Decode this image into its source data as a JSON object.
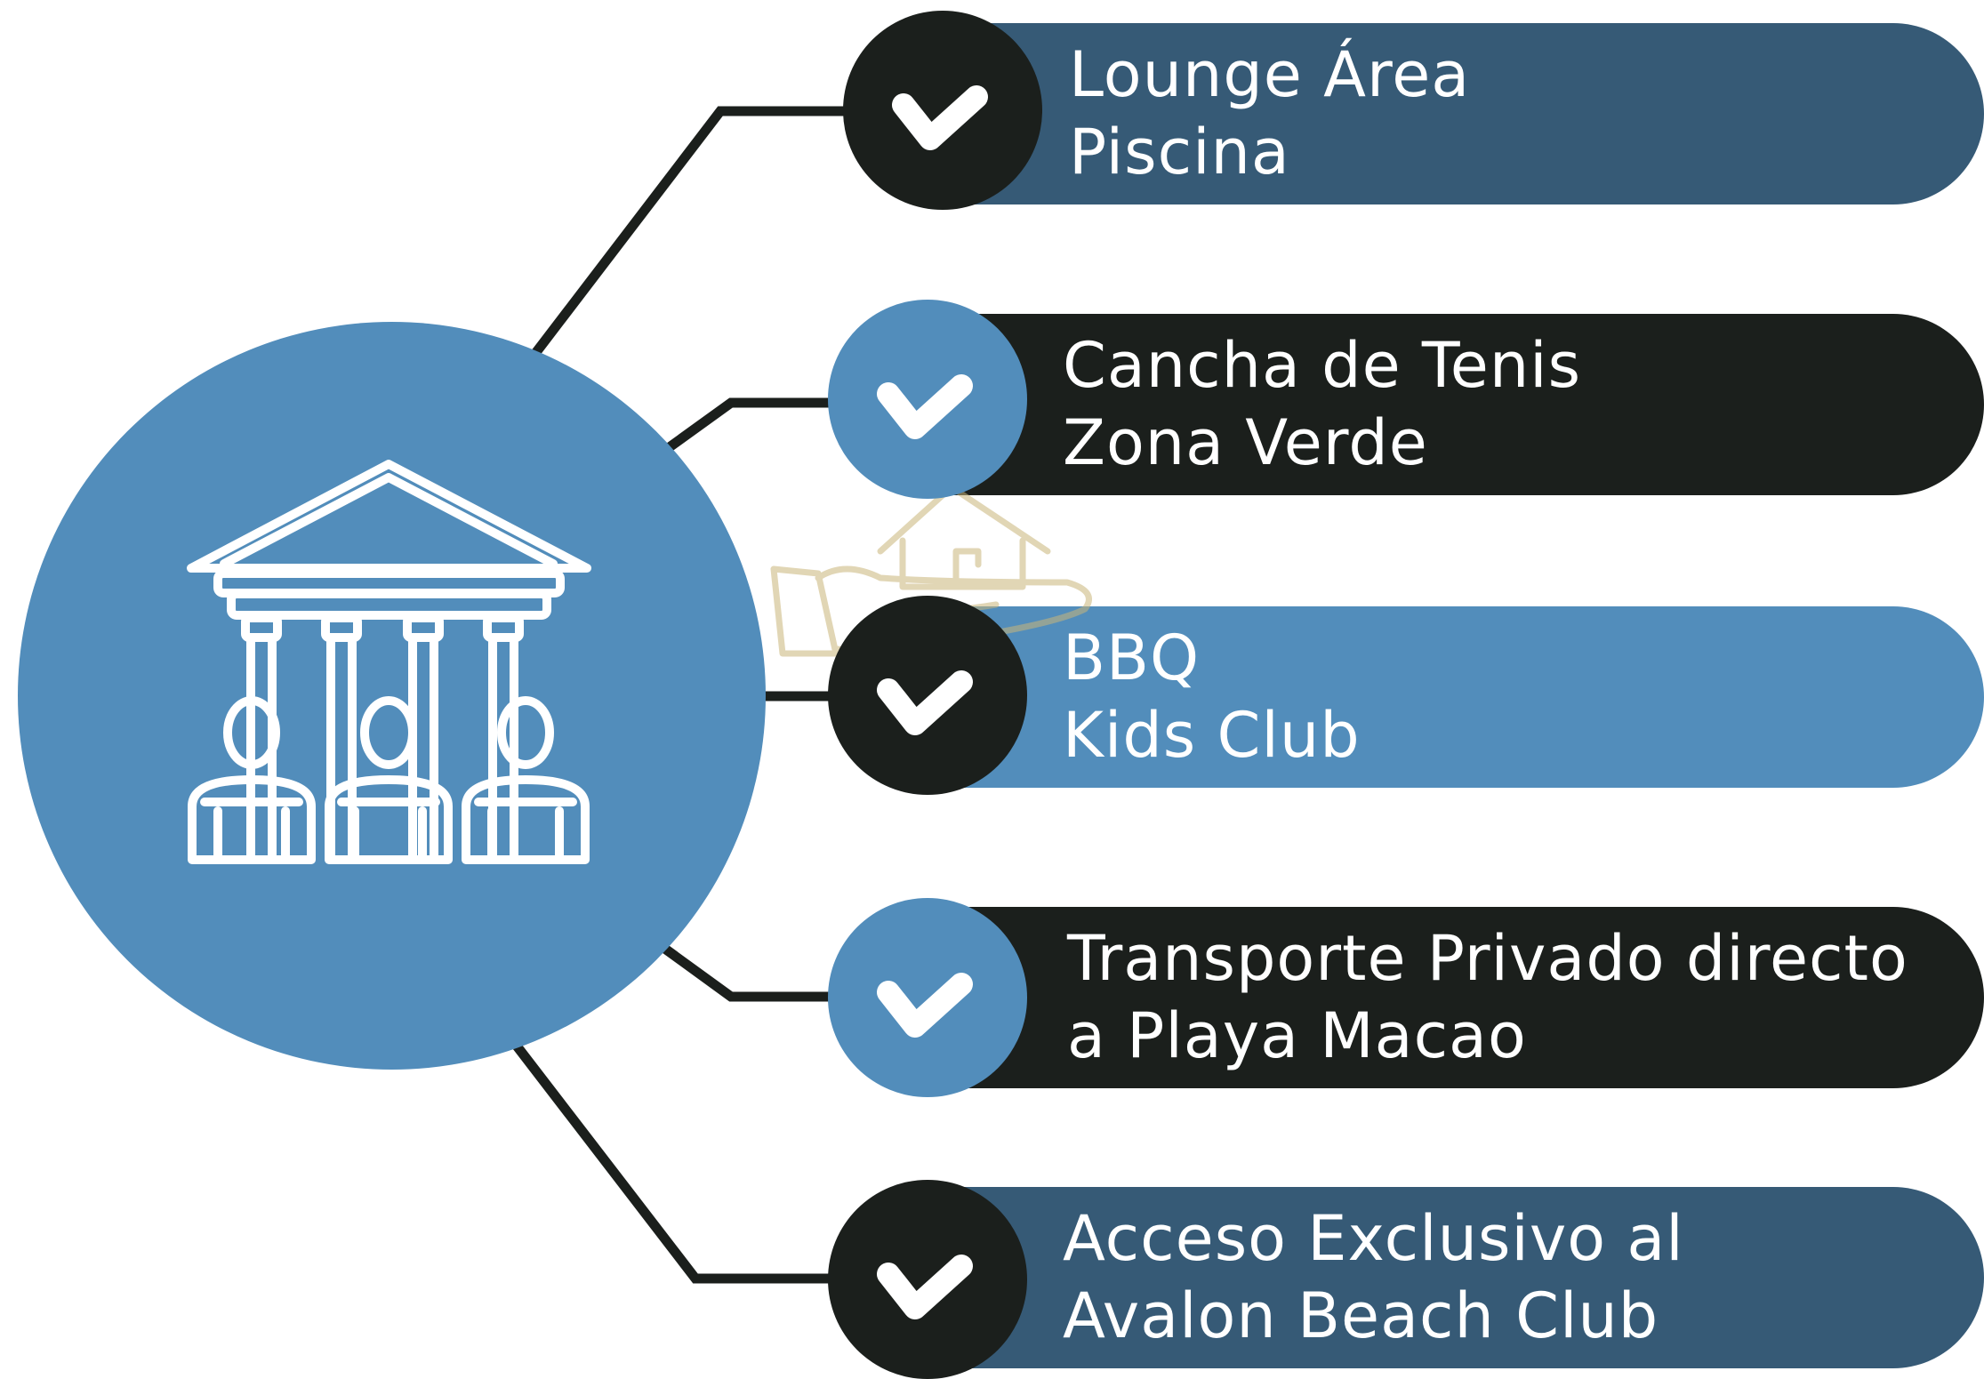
{
  "colors": {
    "blue": "#528DBB",
    "navy": "#365A76",
    "black": "#1B1F1C",
    "white": "#FFFFFF",
    "watermark_gold": "#C9B57A"
  },
  "hub": {
    "icon": "bank-building-with-people-icon"
  },
  "watermark": {
    "icon": "hand-holding-house-logo"
  },
  "items": [
    {
      "line1": "Lounge Área",
      "line2": "Piscina",
      "bar_color": "navy",
      "badge_color": "black"
    },
    {
      "line1": "Cancha de Tenis",
      "line2": "Zona Verde",
      "bar_color": "black",
      "badge_color": "blue"
    },
    {
      "line1": "BBQ",
      "line2": "Kids Club",
      "bar_color": "blue",
      "badge_color": "black"
    },
    {
      "line1": "Transporte Privado directo",
      "line2": "a Playa Macao",
      "bar_color": "black",
      "badge_color": "blue"
    },
    {
      "line1": "Acceso Exclusivo al",
      "line2": "Avalon Beach Club",
      "bar_color": "navy",
      "badge_color": "black"
    }
  ]
}
